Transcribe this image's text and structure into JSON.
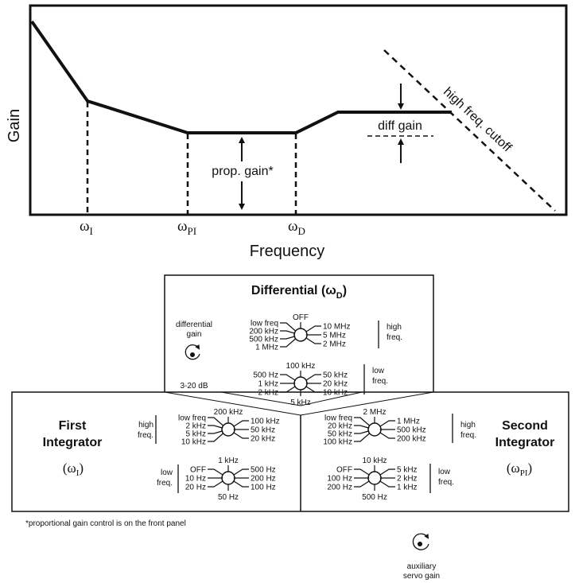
{
  "plot": {
    "ylabel": "Gain",
    "xlabel": "Frequency",
    "omega": "ω",
    "ticks": [
      {
        "sub": "I"
      },
      {
        "sub": "PI"
      },
      {
        "sub": "D"
      }
    ],
    "prop_gain": "prop. gain*",
    "diff_gain": "diff gain",
    "cutoff": "high freq. cutoff"
  },
  "differential": {
    "title": "Differential (ω",
    "title_sub": "D",
    "title_close": ")",
    "knob_label_1": "differential",
    "knob_label_2": "gain",
    "knob_range": "3-20 dB",
    "high_dial": {
      "top": "OFF",
      "left": [
        "low freq",
        "200 kHz",
        "500 kHz",
        "1 MHz"
      ],
      "right": [
        "10 MHz",
        "5 MHz",
        "2 MHz"
      ],
      "band_1": "high",
      "band_2": "freq."
    },
    "low_dial": {
      "top": "100 kHz",
      "left": [
        "500 Hz",
        "1 kHz",
        "2 kHz"
      ],
      "right": [
        "50 kHz",
        "20 kHz",
        "10 kHz"
      ],
      "bottom": "5 kHz",
      "band_1": "low",
      "band_2": "freq."
    }
  },
  "first_integrator": {
    "title_1": "First",
    "title_2": "Integrator",
    "omega_open": "(ω",
    "omega_sub": "I",
    "omega_close": ")",
    "high_dial": {
      "top": "200 kHz",
      "left": [
        "low freq",
        "2 kHz",
        "5 kHz",
        "10 kHz"
      ],
      "right": [
        "100 kHz",
        "50 kHz",
        "20 kHz"
      ],
      "band_1": "high",
      "band_2": "freq."
    },
    "low_dial": {
      "top": "1 kHz",
      "left": [
        "OFF",
        "10 Hz",
        "20 Hz"
      ],
      "right": [
        "500 Hz",
        "200 Hz",
        "100 Hz"
      ],
      "bottom": "50 Hz",
      "band_1": "low",
      "band_2": "freq."
    }
  },
  "second_integrator": {
    "title_1": "Second",
    "title_2": "Integrator",
    "omega_open": "(ω",
    "omega_sub": "PI",
    "omega_close": ")",
    "high_dial": {
      "top": "2 MHz",
      "left": [
        "low freq",
        "20 kHz",
        "50 kHz",
        "100 kHz"
      ],
      "right": [
        "1 MHz",
        "500 kHz",
        "200 kHz"
      ],
      "band_1": "high",
      "band_2": "freq."
    },
    "low_dial": {
      "top": "10 kHz",
      "left": [
        "OFF",
        "100 Hz",
        "200 Hz"
      ],
      "right": [
        "5 kHz",
        "2 kHz",
        "1 kHz"
      ],
      "bottom": "500 Hz",
      "band_1": "low",
      "band_2": "freq."
    }
  },
  "footnote": "*proportional gain control is on the front panel",
  "aux": {
    "label_1": "auxiliary",
    "label_2": "servo gain"
  }
}
